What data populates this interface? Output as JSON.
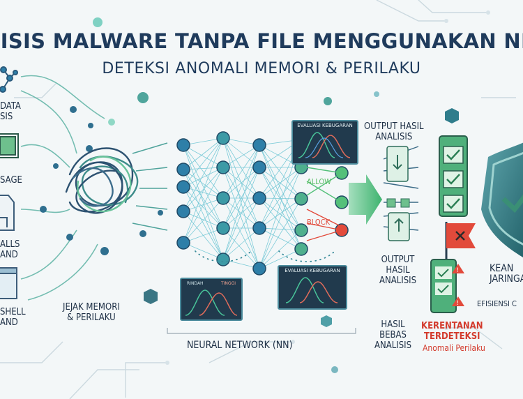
{
  "title": "LISIS MALWARE TANPA FILE MENGGUNAKAN NEURAL NETWORK",
  "subtitle": "DETEKSI ANOMALI MEMORI & PERILAKU",
  "inputs": [
    {
      "label": "DATA\nSIS",
      "icon": "network-nodes-icon"
    },
    {
      "label": "SAGE",
      "icon": "memory-chip-icon"
    },
    {
      "label": "ALLS\nAND",
      "icon": "document-icon"
    },
    {
      "label": "SHELL\nAND",
      "icon": "terminal-window-icon"
    }
  ],
  "trace_label": "JEJAK MEMORI\n& PERILAKU",
  "nn_label": "NEURAL NETWORK (NN)",
  "allow_label": "ALLOW",
  "block_label": "BLOCK",
  "panels": {
    "fitness_top": "EVALUASI KEBUGARAN",
    "fitness_bottom": "EVALUASI KEBUGARAN",
    "left_panel_a": "RINDAH",
    "left_panel_b": "TINGGI"
  },
  "output_top": "OUTPUT HASIL\nANALISIS",
  "output_mid": "OUTPUT\nHASIL\nANALISIS",
  "hasil_bebas": "HASIL\nBEBAS\nANALISIS",
  "kerentanan": "KERENTANAN\nTERDETEKSI",
  "anomali": "Anomali Perilaku",
  "keamanan": "KEAN\nJARINGA",
  "efisiensi": "EFISIENSI C",
  "colors": {
    "navy": "#1f3b5c",
    "teal": "#49b29a",
    "blue": "#2e7fa8",
    "green": "#54c07a",
    "red": "#e24a3b",
    "shield": "#2d6f74"
  }
}
